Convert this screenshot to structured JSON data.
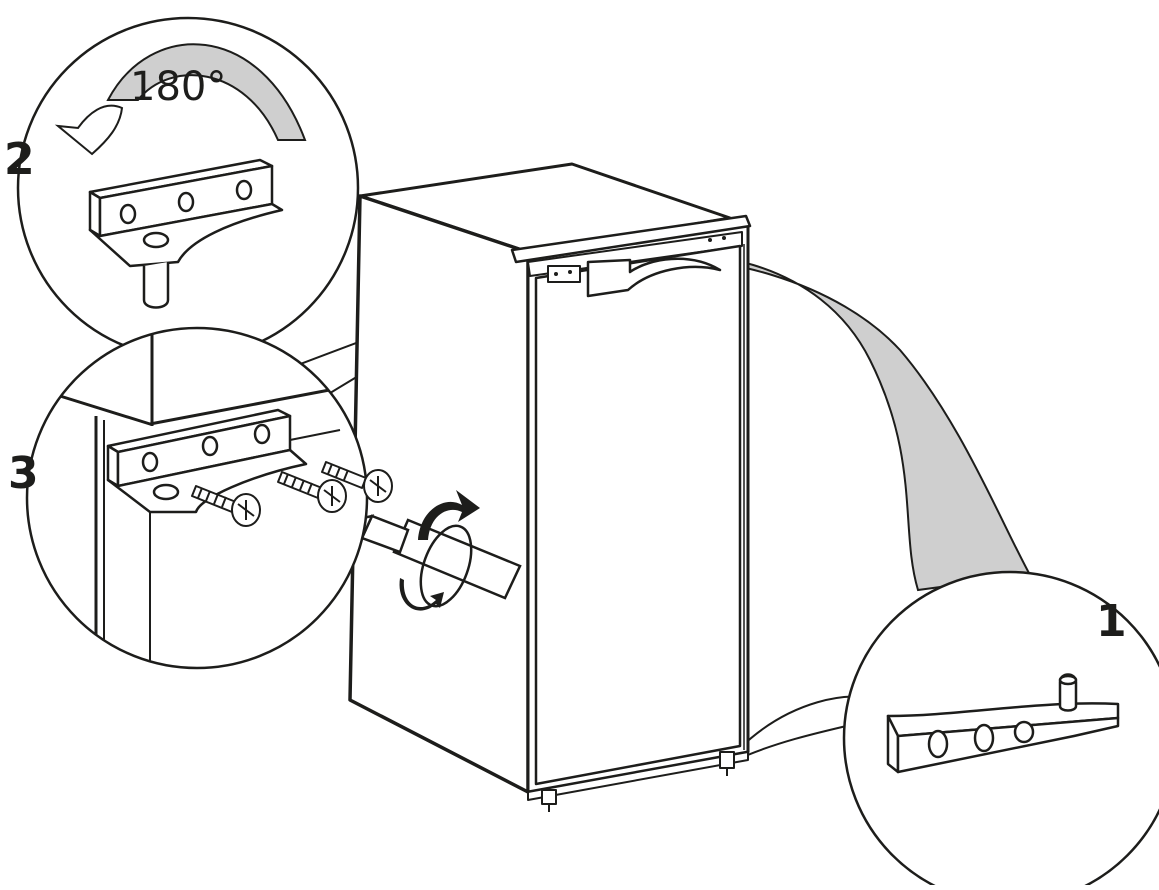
{
  "diagram": {
    "steps": [
      {
        "number": "1"
      },
      {
        "number": "2",
        "rotation_label": "180°"
      },
      {
        "number": "3"
      }
    ],
    "colors": {
      "line": "#1d1d1b",
      "fill": "#ffffff",
      "shade": "#cfcfcf"
    }
  }
}
